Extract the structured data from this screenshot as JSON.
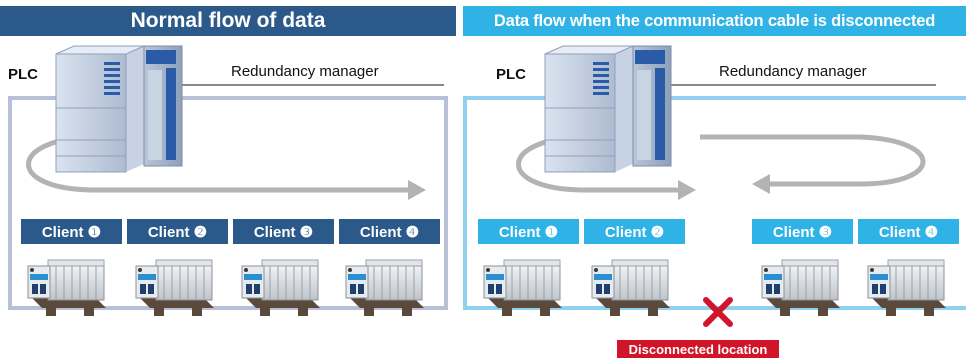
{
  "left_panel": {
    "title": "Normal flow of data",
    "plc_label": "PLC",
    "manager_label": "Redundancy manager",
    "clients": [
      "Client ❶",
      "Client ❷",
      "Client ❸",
      "Client ❹"
    ]
  },
  "right_panel": {
    "title": "Data flow when the communication cable is disconnected",
    "plc_label": "PLC",
    "manager_label": "Redundancy manager",
    "clients": [
      "Client ❶",
      "Client ❷",
      "Client ❸",
      "Client ❹"
    ],
    "fault_label": "Disconnected location"
  },
  "colors": {
    "dark_blue": "#2b5a8a",
    "light_blue": "#2fb3e6",
    "left_frame": "#b7c0d6",
    "right_frame": "#8fd1ef",
    "arrow": "#b3b3b3",
    "fault_red": "#d0152b"
  }
}
